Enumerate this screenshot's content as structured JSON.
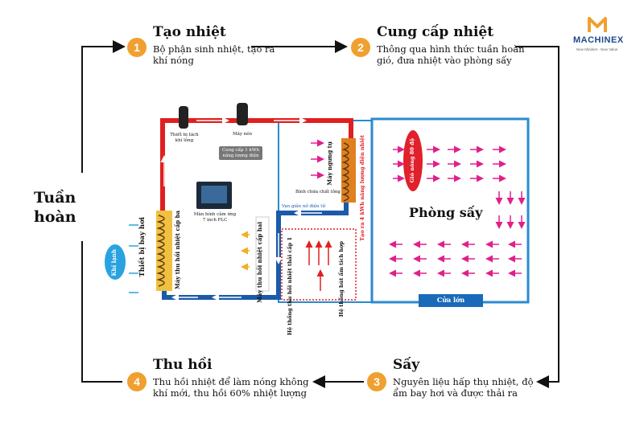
{
  "brand": {
    "name": "MACHINEX",
    "tagline": "New Mindset - New Value",
    "color": "#f0a030"
  },
  "cycle_label": {
    "line1": "Tuần",
    "line2": "hoàn"
  },
  "steps": [
    {
      "number": "1",
      "title": "Tạo nhiệt",
      "desc_line1": "Bộ phận sinh nhiệt, tạo ra",
      "desc_line2": "khí nóng"
    },
    {
      "number": "2",
      "title": "Cung cấp nhiệt",
      "desc_line1": "Thông qua hình thức tuần hoàn",
      "desc_line2": "gió, đưa nhiệt vào phòng sấy"
    },
    {
      "number": "3",
      "title": "Sấy",
      "desc_line1": "Nguyên liệu hấp thụ nhiệt, độ",
      "desc_line2": "ẩm bay hơi và được thải ra"
    },
    {
      "number": "4",
      "title": "Thu hồi",
      "desc_line1": "Thu hồi nhiệt để làm nóng không",
      "desc_line2": "khí mới, thu hồi 60% nhiệt lượng"
    }
  ],
  "diagram": {
    "separator": "Thiết bị tách khí lỏng",
    "compressor": "Máy nén",
    "power_box_line1": "Cung cấp 1 kWh",
    "power_box_line2": "năng lượng điện",
    "condenser": "Máy ngưng tụ",
    "heat_output": "Tạo ra 4 kWh năng lượng điện nhiệt",
    "liquid_tank": "Bình chứa chất lỏng",
    "valve": "Van giãn nở điện tử",
    "plc_line1": "Màn hình cảm ứng",
    "plc_line2": "7 inch PLC",
    "evaporator": "Thiết bị bay hơi",
    "stage3": "Máy thu hồi nhiệt cấp ba",
    "stage2": "Máy thu hồi nhiệt cấp hai",
    "stage1": "Hệ thống thu hồi nhiệt thải cấp 1",
    "humidity": "Hệ thống hút ẩm tích hợp",
    "cold_air": "Khí lạnh",
    "hot_air": "Gió nóng 80 độ",
    "room": "Phòng sấy",
    "door": "Cửa lớn"
  },
  "colors": {
    "hot_pipe": "#e02020",
    "cold_pipe": "#1a5aaa",
    "room_border": "#2a8ad0",
    "coil": "#e08020",
    "arrow_pink": "#e0208a",
    "arrow_yellow": "#f0b020"
  }
}
